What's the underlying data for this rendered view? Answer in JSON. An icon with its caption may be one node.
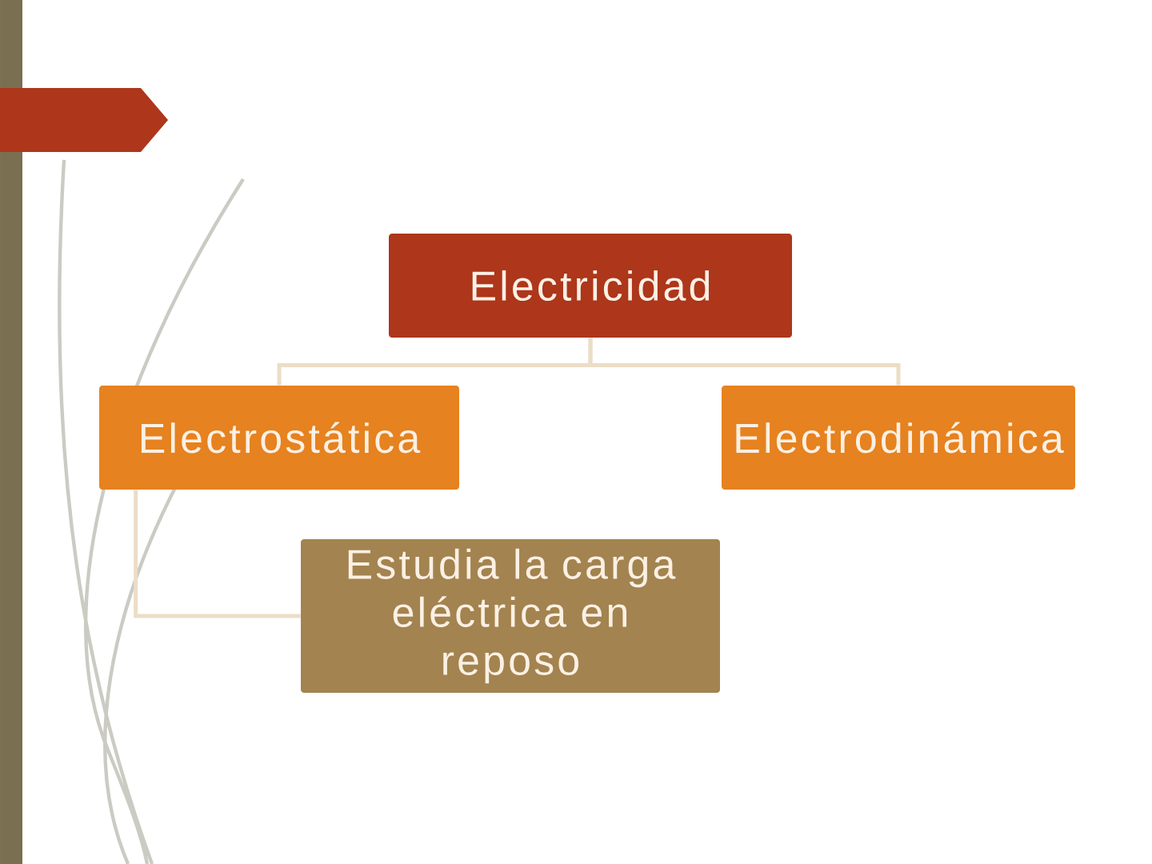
{
  "diagram": {
    "nodes": [
      {
        "text": [
          "Electricidad"
        ]
      },
      {
        "text": [
          "Electrostática"
        ]
      },
      {
        "text": [
          "Electrodinámica"
        ]
      },
      {
        "text": [
          "Estudia la carga eléctrica en reposo"
        ]
      }
    ],
    "edges": [
      {
        "from": 0,
        "to": 1,
        "arrow": "none"
      },
      {
        "from": 0,
        "to": 2,
        "arrow": "none"
      },
      {
        "from": 1,
        "to": 3,
        "arrow": "none"
      }
    ]
  }
}
